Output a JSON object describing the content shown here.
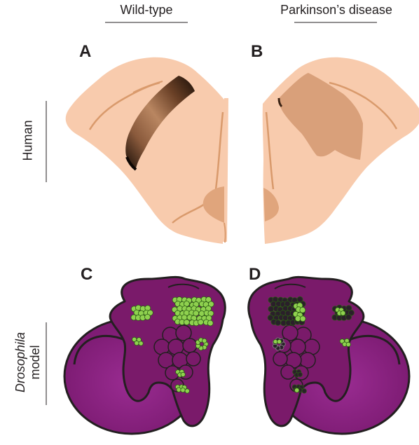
{
  "columns": [
    "Wild-type",
    "Parkinson’s disease"
  ],
  "rows": {
    "human": "Human",
    "drosophila_line1": "Drosophila",
    "drosophila_line2": "model"
  },
  "panels": [
    "A",
    "B",
    "C",
    "D"
  ],
  "colors": {
    "brain_tissue": "#f8cbad",
    "brain_outline": "#d99a6c",
    "substantia_nigra_pigmented": "#3b2314",
    "substantia_nigra_depigmented": "#d9a07a",
    "fly_brain": "#7a1a6a",
    "fly_eye": "#8e2485",
    "fly_outline": "#231f20",
    "dopaminergic_neurons": "#8fd14f",
    "lost_neurons": "#2a1f2a"
  }
}
